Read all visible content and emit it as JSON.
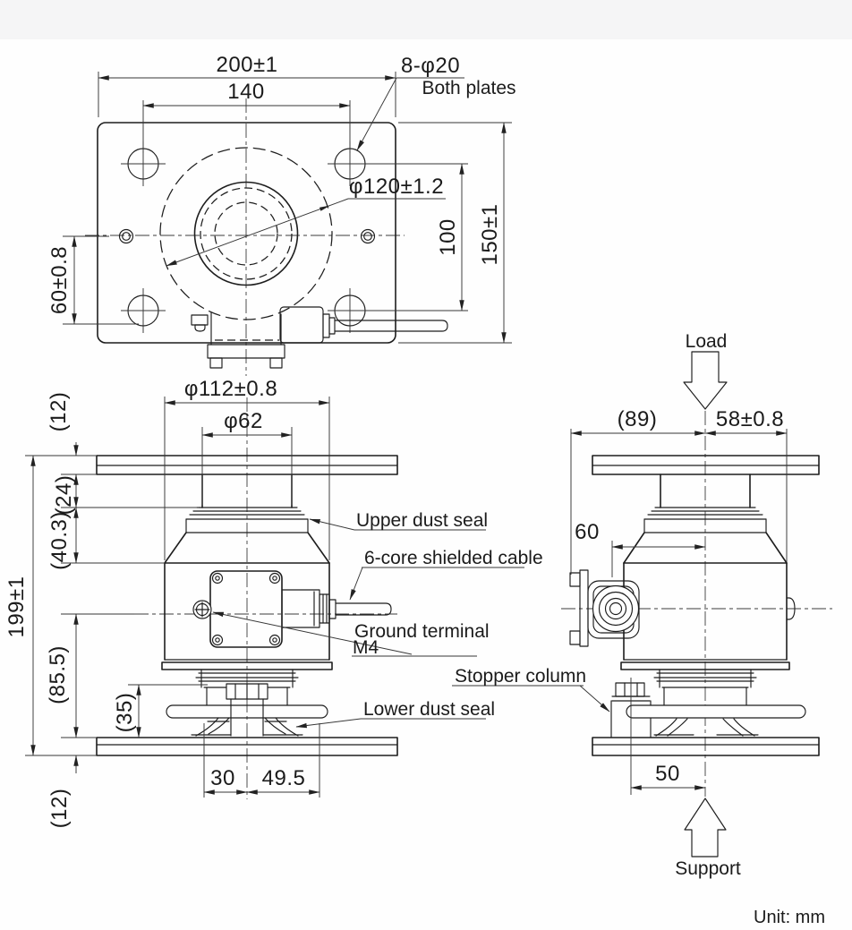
{
  "footer": {
    "unit_note": "Unit: mm"
  },
  "top_view": {
    "dims": {
      "width_outer": "200±1",
      "width_holes": "140",
      "offset_left": "60±0.8",
      "height_holes": "100",
      "height_outer": "150±1",
      "body_dia": "φ120±1.2"
    },
    "callouts": {
      "holes": "8-φ20",
      "holes_note": "Both plates"
    }
  },
  "front_view": {
    "dims": {
      "flange_dia": "φ112±0.8",
      "boss_dia": "φ62",
      "top_plate": "(12)",
      "boss_height": "(24)",
      "seal_height": "(40.3)",
      "total_height": "199±1",
      "lower_height": "(85.5)",
      "foot_height": "(35)",
      "bottom_plate": "(12)",
      "offset_left": "30",
      "offset_right": "49.5"
    },
    "labels": {
      "upper_seal": "Upper dust seal",
      "cable": "6-core shielded cable",
      "ground": "Ground terminal",
      "ground_thread": "M4",
      "lower_seal": "Lower dust seal"
    }
  },
  "side_view": {
    "dims": {
      "left_ref": "(89)",
      "right": "58±0.8",
      "gland": "60",
      "stopper": "50"
    },
    "labels": {
      "load": "Load",
      "support": "Support",
      "stopper": "Stopper column"
    }
  }
}
